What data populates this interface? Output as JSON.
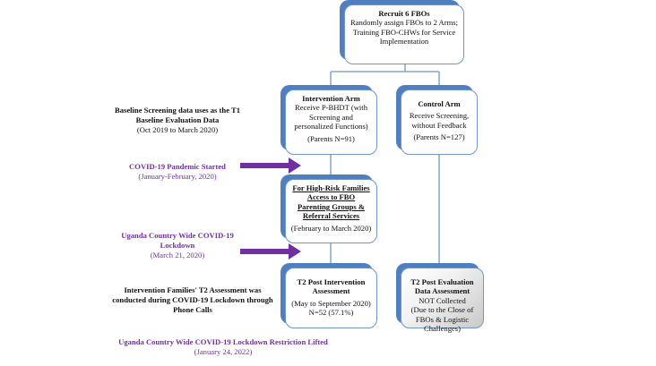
{
  "colors": {
    "box_border": "#6f97c4",
    "box_shadow": "#4f7fc0",
    "arrow": "#7030a0",
    "accent_text": "#7030a0"
  },
  "recruit": {
    "title": "Recruit 6 FBOs",
    "line1": "Randomly assign FBOs to 2 Arms;",
    "line2": "Training FBO-CHWs for Service Implementation"
  },
  "intervention": {
    "title": "Intervention Arm",
    "desc": "Receive P-BHDT (with Screening and personalized Functions)",
    "n": "(Parents N=91)"
  },
  "control": {
    "title": "Control Arm",
    "desc": "Receive Screening, without Feedback",
    "n": "(Parents N=127)"
  },
  "highrisk": {
    "title": "For High-Risk Families Access to FBO Parenting Groups & Referral Services",
    "dates": "(February to March 2020)"
  },
  "t2_post": {
    "title": "T2 Post Intervention Assessment",
    "dates": "(May to September 2020)",
    "n": "N=52 (57.1%)"
  },
  "t2_eval": {
    "title": "T2 Post Evaluation Data Assessment",
    "status": "NOT Collected",
    "reason": "(Due to the Close of FBOs & Logistic Challenges)"
  },
  "side_labels": {
    "baseline": {
      "title": "Baseline Screening data uses as the T1 Baseline Evaluation Data",
      "dates": "(Oct 2019 to March 2020)"
    },
    "covid": {
      "title": "COVID-19 Pandemic Started",
      "dates": "(January-February, 2020)"
    },
    "lockdown": {
      "title": "Uganda Country Wide COVID-19 Lockdown",
      "dates": "(March 21, 2020)"
    },
    "phone": {
      "title": "Intervention Families' T2 Assessment was conducted during COVID-19 Lockdown through Phone Calls"
    },
    "lifted": {
      "title": "Uganda Country Wide COVID-19 Lockdown Restriction Lifted",
      "dates": "(January 24, 2022)"
    }
  }
}
